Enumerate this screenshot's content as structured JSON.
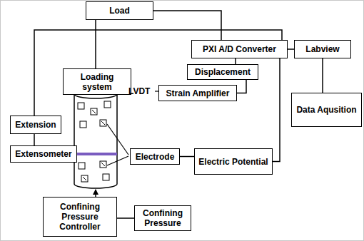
{
  "diagram": {
    "nodes": [
      {
        "text": [
          "Load"
        ]
      },
      {
        "text": [
          "Loading system"
        ]
      },
      {
        "text": [
          "PXI A/D Converter"
        ]
      },
      {
        "text": [
          "Labview"
        ]
      },
      {
        "text": [
          "Displacement"
        ]
      },
      {
        "text": [
          "Strain Amplifier"
        ]
      },
      {
        "text": [
          "Data Aqusition"
        ]
      },
      {
        "text": [
          "Extension"
        ]
      },
      {
        "text": [
          "Extensometer"
        ]
      },
      {
        "text": [
          "Electrode"
        ]
      },
      {
        "text": [
          "Electric Potential"
        ]
      },
      {
        "text": [
          "Confining Pressure Controller"
        ]
      },
      {
        "text": [
          "Confining Pressure"
        ]
      }
    ],
    "edges": [
      {
        "from": 0,
        "to": 1,
        "arrow": "none"
      },
      {
        "from": 0,
        "to": 2,
        "arrow": "none"
      },
      {
        "from": 7,
        "to": 2,
        "arrow": "none"
      },
      {
        "from": 8,
        "to": 7,
        "arrow": "none"
      },
      {
        "from": 4,
        "to": 2,
        "arrow": "none"
      },
      {
        "from": 5,
        "to": 4,
        "arrow": "none"
      },
      {
        "from": 9,
        "to": 10,
        "arrow": "none"
      },
      {
        "from": 10,
        "to": 2,
        "arrow": "none"
      },
      {
        "from": 2,
        "to": 3,
        "arrow": "none"
      },
      {
        "from": 3,
        "to": 6,
        "arrow": "none"
      },
      {
        "from": 11,
        "to": 12,
        "arrow": "none"
      }
    ],
    "labels": [
      "LVDT"
    ]
  }
}
